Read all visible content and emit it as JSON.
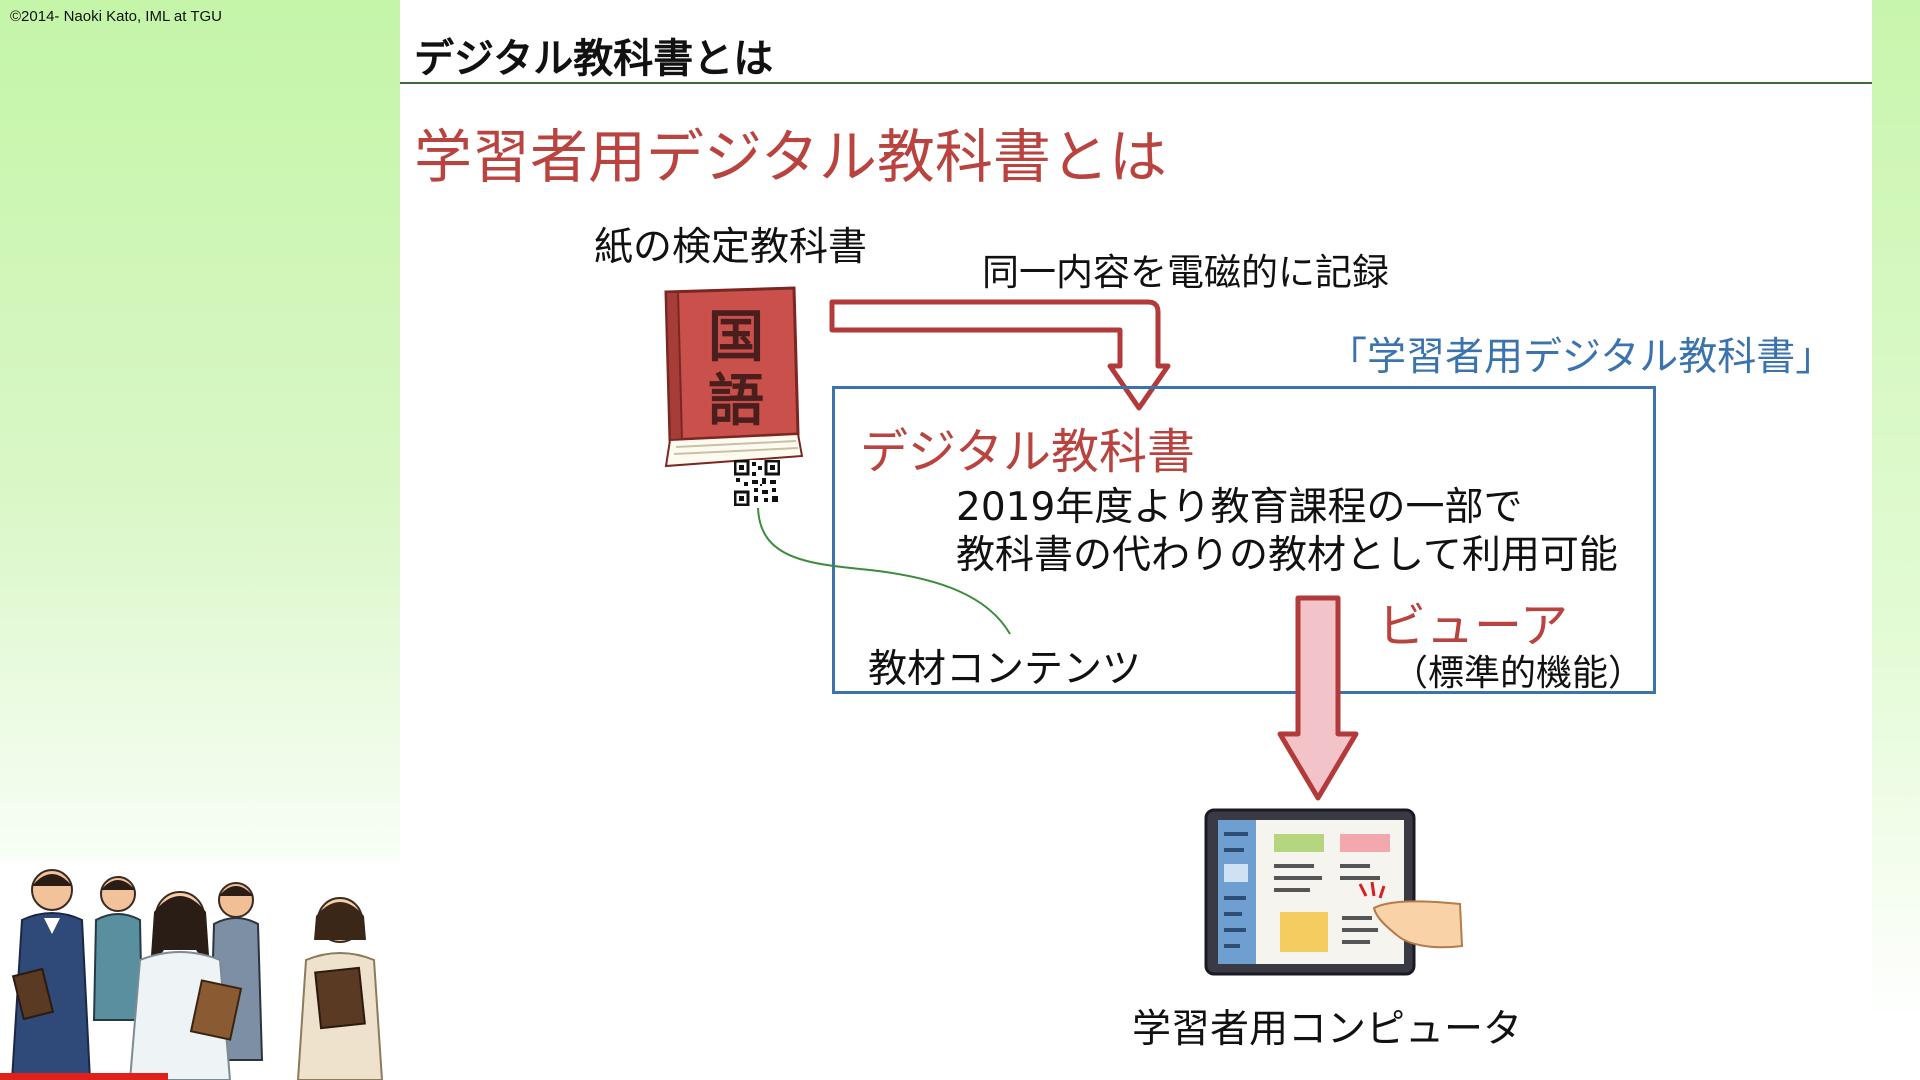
{
  "copyright": "©2014- Naoki Kato, IML at TGU",
  "header": {
    "title": "デジタル教科書とは"
  },
  "main_title": "学習者用デジタル教科書とは",
  "diagram": {
    "paper_textbook_label": "紙の検定教科書",
    "book_chars": [
      "国",
      "語"
    ],
    "record_label": "同一内容を電磁的に記録",
    "learner_textbook_label": "「学習者用デジタル教科書」",
    "digital_textbook_heading": "デジタル教科書",
    "description_line1": "2019年度より教育課程の一部で",
    "description_line2": "教科書の代わりの教材として利用可能",
    "content_label": "教材コンテンツ",
    "viewer_label": "ビューア",
    "viewer_sub": "（標準的機能）",
    "computer_label": "学習者用コンピュータ"
  },
  "colors": {
    "accent_red": "#b8433f",
    "box_blue": "#3b74ad",
    "label_blue": "#3b74ad",
    "header_rule": "#3d6b3d",
    "curve_green": "#3e8a3e"
  },
  "icons": [
    "book-icon",
    "qr-code-icon",
    "tablet-icon",
    "students-illustration"
  ]
}
